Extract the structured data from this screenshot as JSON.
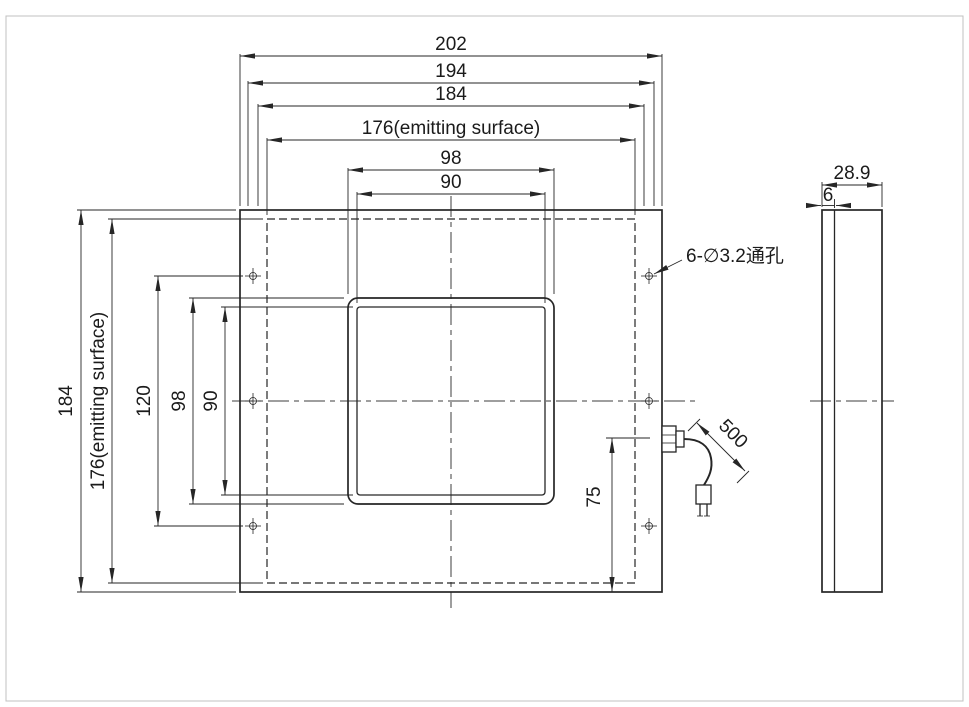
{
  "colors": {
    "line": "#262626",
    "background": "#ffffff",
    "border": "#c0c0c0"
  },
  "front_view": {
    "top_dims": {
      "outer": "202",
      "second": "194",
      "third": "184",
      "emitting": "176(emitting surface)",
      "window_outer": "98",
      "window_inner": "90"
    },
    "left_dims": {
      "outer": "184",
      "emitting": "176(emitting surface)",
      "hole_spacing": "120",
      "window_outer": "98",
      "window_inner": "90"
    },
    "hole_callout": "6-∅3.2通孔",
    "cable_length": "500",
    "cable_offset_from_bottom": "75"
  },
  "side_view": {
    "overall_depth": "28.9",
    "front_plate_thickness": "6"
  }
}
